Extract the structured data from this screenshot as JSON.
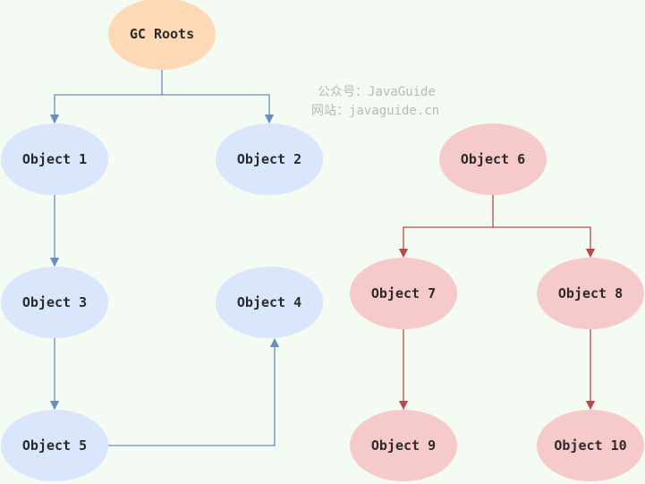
{
  "colors": {
    "background": "#f3fbf2",
    "root_fill": "#fdd9b5",
    "reachable_fill": "#d9e6fb",
    "unreachable_fill": "#f6caca",
    "reachable_edge": "#6a8cc0",
    "unreachable_edge": "#b84a4a"
  },
  "watermark": {
    "line1": "公众号：JavaGuide",
    "line2": "网站：javaguide.cn"
  },
  "nodes": {
    "gc_roots": "GC Roots",
    "object1": "Object 1",
    "object2": "Object 2",
    "object3": "Object 3",
    "object4": "Object 4",
    "object5": "Object 5",
    "object6": "Object 6",
    "object7": "Object 7",
    "object8": "Object 8",
    "object9": "Object 9",
    "object10": "Object 10"
  }
}
